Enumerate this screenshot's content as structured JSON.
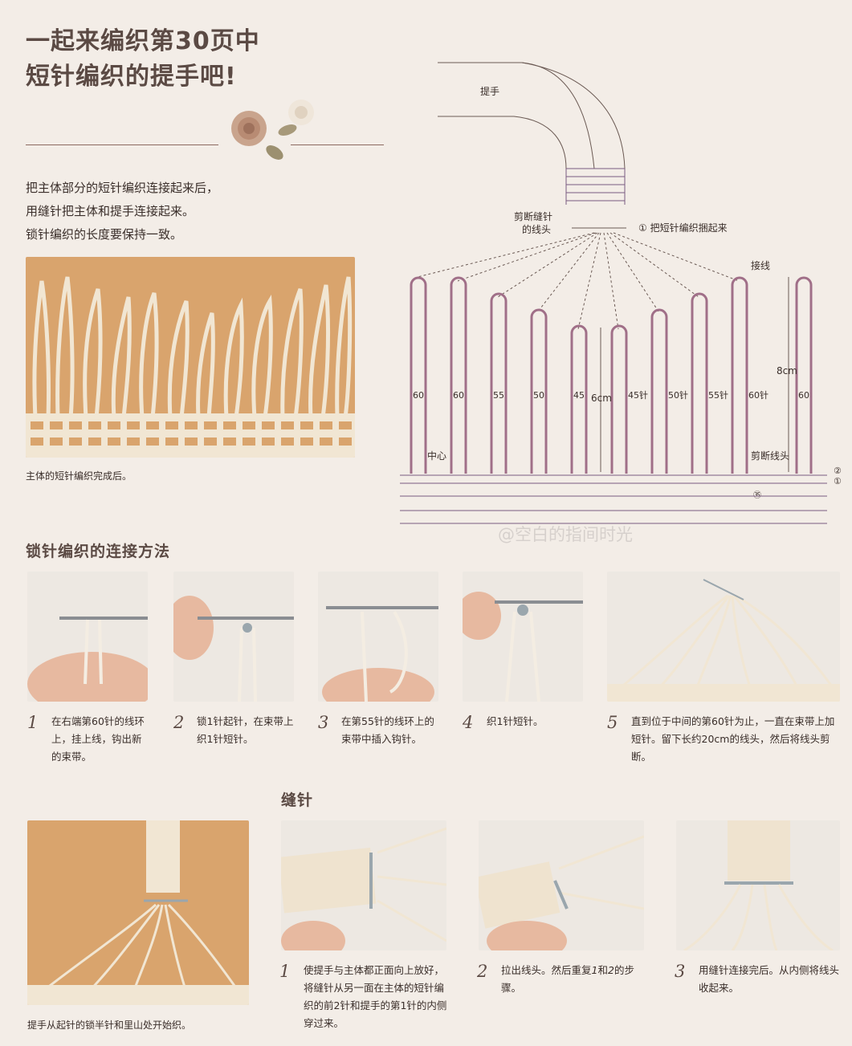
{
  "title": {
    "line1": "一起来编织第30页中",
    "line2": "短针编织的提手吧!"
  },
  "intro": {
    "line1": "把主体部分的短针编织连接起来后，",
    "line2": "用缝针把主体和提手连接起来。",
    "line3": "锁针编织的长度要保持一致。"
  },
  "main_photo_caption": "主体的短针编织完成后。",
  "diagram": {
    "handle_label": "提手",
    "cut_yarn_label1": "剪断缝针",
    "cut_yarn_label2": "的线头",
    "step1_note": "①  把短针编织捆起来",
    "join_label": "接线",
    "center_label": "中心",
    "cut_end_label": "剪断线头",
    "len_6": "6cm",
    "len_8": "8cm",
    "mark2": "②",
    "mark1": "①",
    "mark35": "㉟",
    "loops": [
      "60",
      "60",
      "55",
      "50",
      "45",
      "45针",
      "50针",
      "55针",
      "60针",
      "60"
    ]
  },
  "watermark": "@空白的指间时光",
  "section1": {
    "title": "锁针编织的连接方法",
    "steps": [
      {
        "num": "1",
        "text": "在右端第60针的线环上，挂上线，钩出新的束带。"
      },
      {
        "num": "2",
        "text": "锁1针起针，在束带上织1针短针。"
      },
      {
        "num": "3",
        "text": "在第55针的线环上的束带中插入钩针。"
      },
      {
        "num": "4",
        "text": "织1针短针。"
      },
      {
        "num": "5",
        "text": "直到位于中间的第60针为止，一直在束带上加短针。留下长约20cm的线头，然后将线头剪断。"
      }
    ]
  },
  "section2": {
    "title": "缝针",
    "photo_caption": "提手从起针的锁半针和里山处开始织。",
    "steps": [
      {
        "num": "1",
        "text": "使提手与主体都正面向上放好，将缝针从另一面在主体的短针编织的前2针和提手的第1针的内侧穿过来。"
      },
      {
        "num": "2",
        "text_a": "拉出线头。然后重复",
        "text_b": "1",
        "text_c": "和",
        "text_d": "2",
        "text_e": "的步骤。"
      },
      {
        "num": "3",
        "text": "用缝针连接完后。从内侧将线头收起来。"
      }
    ]
  },
  "colors": {
    "yarn": "#efe3cf",
    "wood": "#d8a46c",
    "gray_yarn": "#9aa6ad",
    "accent": "#5b4a44"
  }
}
